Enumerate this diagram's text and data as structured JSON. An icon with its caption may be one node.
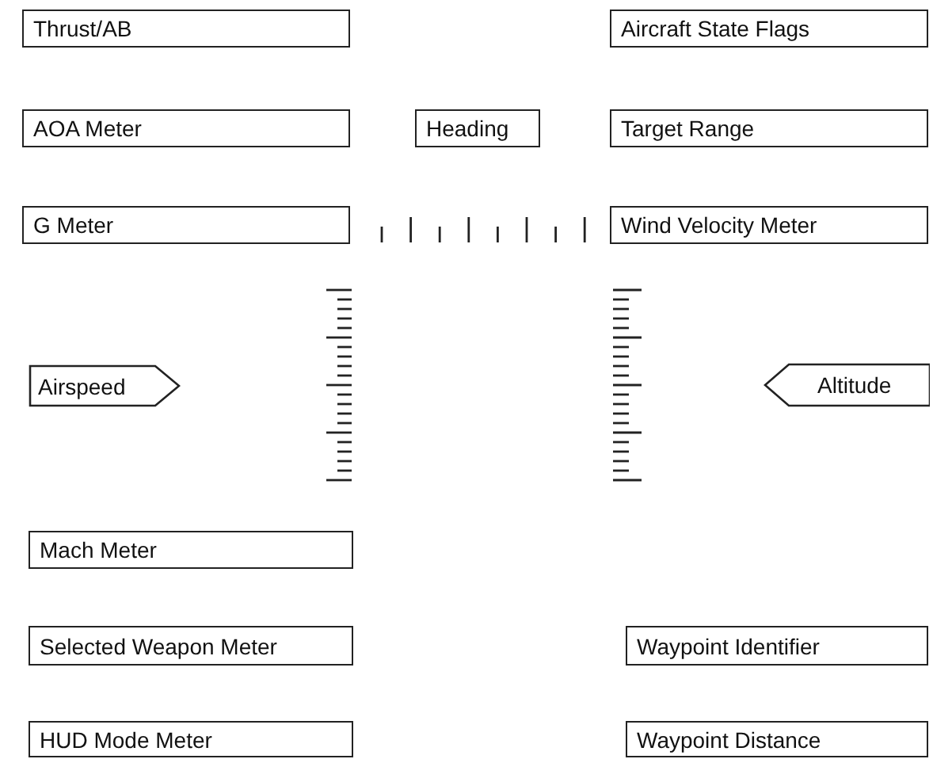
{
  "diagram": {
    "nodes": [
      {
        "text": [
          "Thrust/AB"
        ]
      },
      {
        "text": [
          "Aircraft State Flags"
        ]
      },
      {
        "text": [
          "AOA Meter"
        ]
      },
      {
        "text": [
          "Heading"
        ]
      },
      {
        "text": [
          "Target Range"
        ]
      },
      {
        "text": [
          "G Meter"
        ]
      },
      {
        "text": [
          "Wind Velocity Meter"
        ]
      },
      {
        "text": [
          "Airspeed"
        ]
      },
      {
        "text": [
          "Altitude"
        ]
      },
      {
        "text": [
          "Mach Meter"
        ]
      },
      {
        "text": [
          "Selected Weapon Meter"
        ]
      },
      {
        "text": [
          "Waypoint Identifier"
        ]
      },
      {
        "text": [
          "HUD Mode Meter"
        ]
      },
      {
        "text": [
          "Waypoint Distance"
        ]
      }
    ]
  }
}
